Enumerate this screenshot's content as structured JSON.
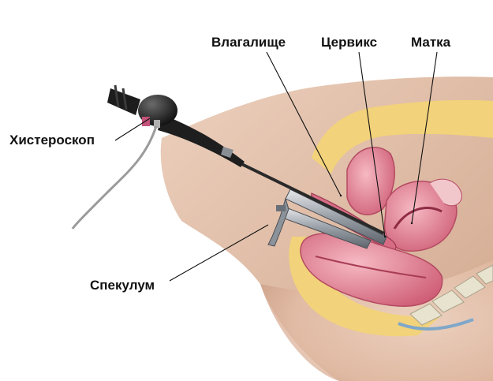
{
  "labels": {
    "vagina": "Влагалище",
    "cervix": "Цервикс",
    "uterus": "Матка",
    "hysteroscope": "Хистероскоп",
    "speculum": "Спекулум"
  },
  "colors": {
    "skin": "#e7c7b2",
    "skin_shadow": "#c99b83",
    "fat": "#f2d27a",
    "tissue_pink": "#e89aa8",
    "tissue_dark": "#c8506a",
    "instrument_dark": "#1e1e1e",
    "instrument_metal": "#9ea3aa",
    "bone": "#e8e3cf",
    "leader_line": "#111111"
  }
}
